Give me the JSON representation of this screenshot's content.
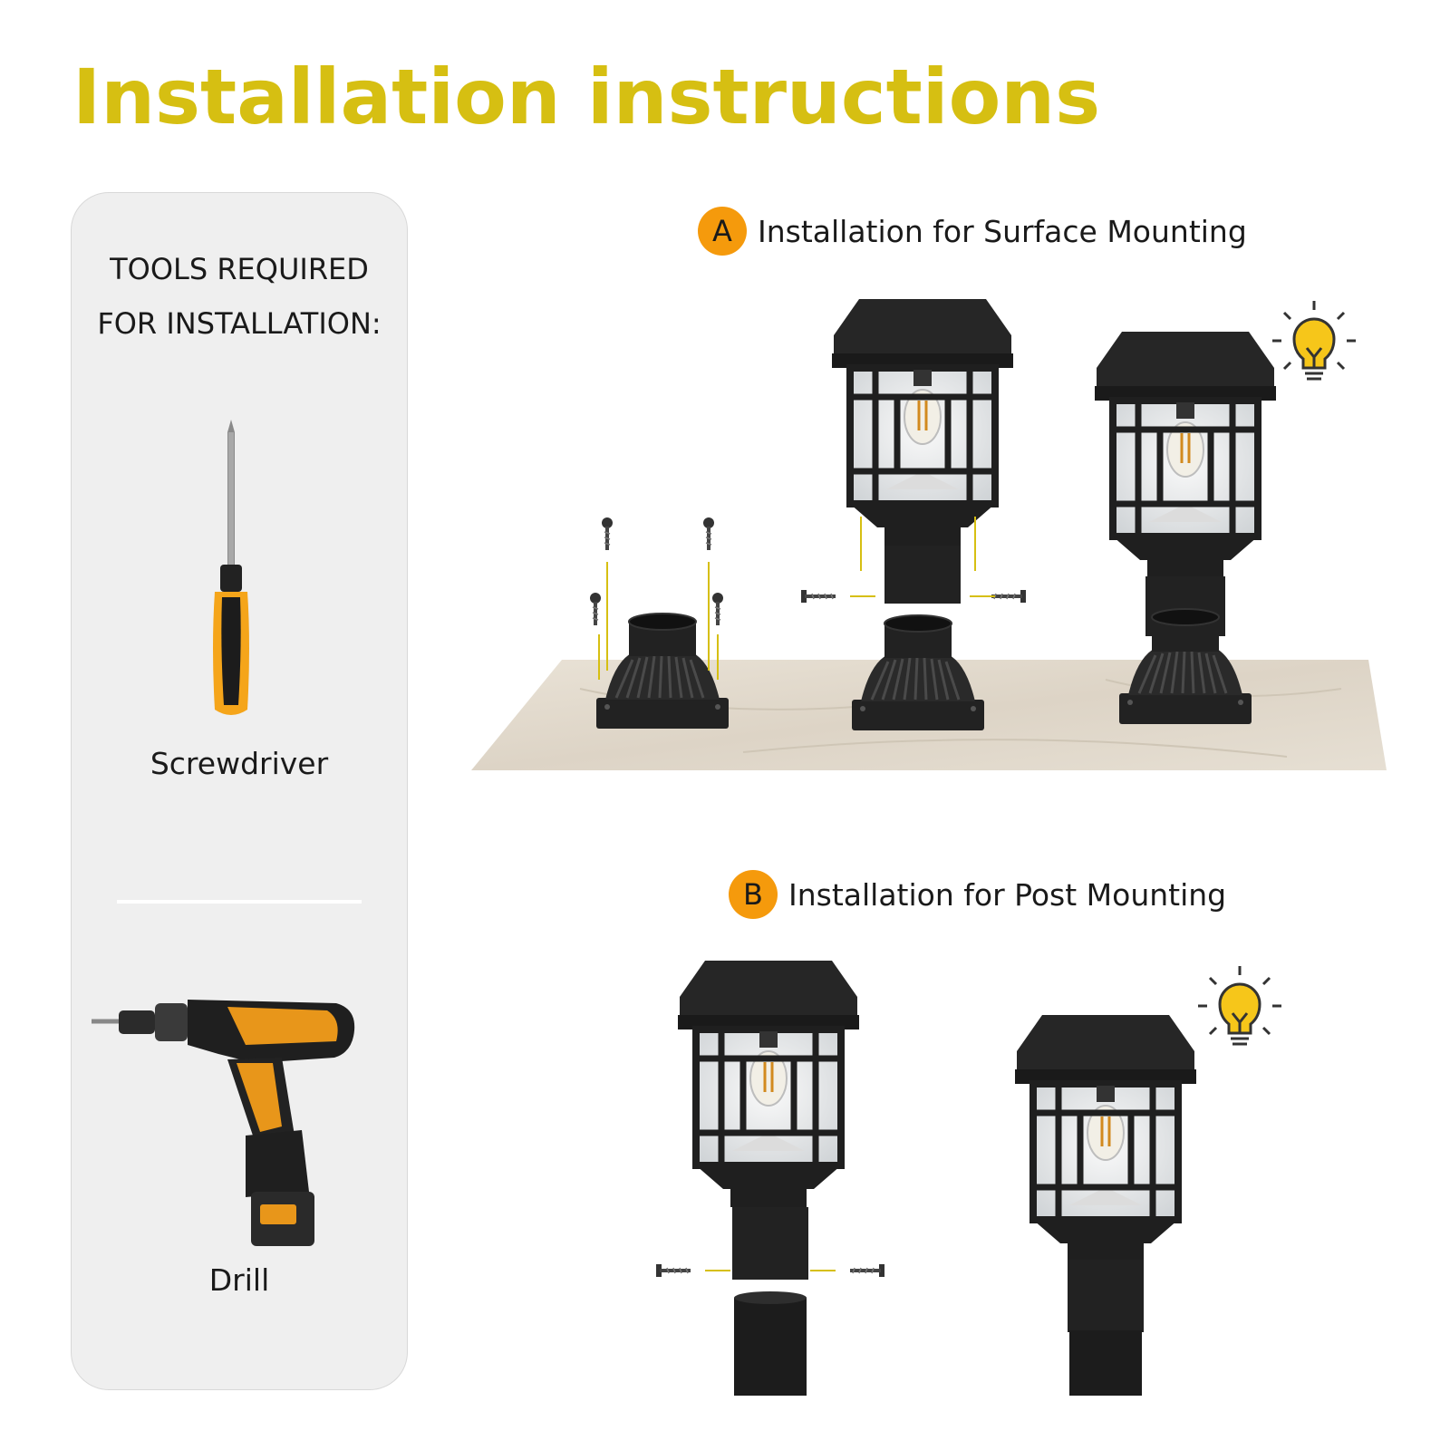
{
  "title": "Installation instructions",
  "colors": {
    "title": "#d6bf12",
    "badge": "#f59a0c",
    "lamp": "#1f1f1f",
    "bulb": "#f6c61a",
    "drill_accent": "#e8961a",
    "screwdriver_handle": "#f5a51a",
    "arrow": "#d6bf12"
  },
  "tools": {
    "heading_line1": "TOOLS REQUIRED",
    "heading_line2": "FOR INSTALLATION:",
    "items": [
      {
        "label": "Screwdriver",
        "icon": "screwdriver-icon"
      },
      {
        "label": "Drill",
        "icon": "drill-icon"
      }
    ]
  },
  "sections": [
    {
      "badge": "A",
      "label": "Installation for Surface Mounting"
    },
    {
      "badge": "B",
      "label": "Installation for Post Mounting"
    }
  ]
}
